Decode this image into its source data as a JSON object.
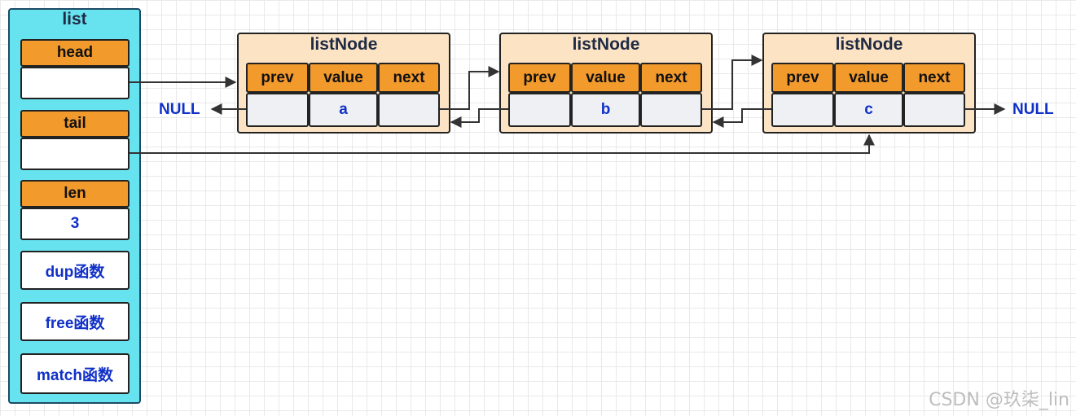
{
  "list": {
    "title": "list",
    "head_label": "head",
    "tail_label": "tail",
    "len_label": "len",
    "len_value": "3",
    "dup_label": "dup函数",
    "free_label": "free函数",
    "match_label": "match函数"
  },
  "nodes": [
    {
      "title": "listNode",
      "prev_label": "prev",
      "value_label": "value",
      "next_label": "next",
      "value": "a"
    },
    {
      "title": "listNode",
      "prev_label": "prev",
      "value_label": "value",
      "next_label": "next",
      "value": "b"
    },
    {
      "title": "listNode",
      "prev_label": "prev",
      "value_label": "value",
      "next_label": "next",
      "value": "c"
    }
  ],
  "null_left": "NULL",
  "null_right": "NULL",
  "watermark": "CSDN @玖柒_lin",
  "colors": {
    "list_fill": "#67e3ef",
    "header_fill": "#f39a2c",
    "node_fill": "#fbe3c3",
    "value_text": "#1030c8"
  }
}
